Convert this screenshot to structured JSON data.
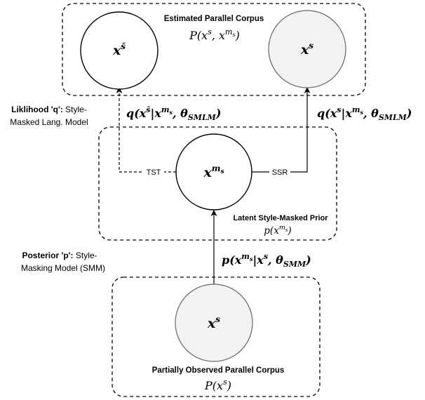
{
  "boxes": {
    "top": {
      "title": "Estimated Parallel Corpus",
      "formula": {
        "base": "P(x",
        "sup1": "s",
        "mid": ", x",
        "sup2": "m",
        "sub2": "s",
        "end": ")"
      }
    },
    "middle": {
      "title": "Latent Style-Masked Prior",
      "formula": {
        "base": "p(x",
        "sup": "m",
        "sub": "s",
        "end": ")"
      }
    },
    "bottom": {
      "title": "Partially Observed Parallel Corpus",
      "formula": {
        "base": "P(x",
        "sup": "s",
        "end": ")"
      }
    }
  },
  "nodes": {
    "x_sbar": {
      "base": "x",
      "sup": "s̄"
    },
    "x_s_top": {
      "base": "x",
      "sup": "s"
    },
    "x_ms": {
      "base": "x",
      "sup": "m",
      "sub": "s"
    },
    "x_s_bottom": {
      "base": "x",
      "sup": "s"
    }
  },
  "edges": {
    "tst": {
      "label": "TST"
    },
    "ssr": {
      "label": "SSR"
    }
  },
  "equations": {
    "q_left": {
      "a": "q(x",
      "a_sup": "s̄",
      "b": "|x",
      "b_sup": "m",
      "b_sub": "s",
      "c": ", θ",
      "c_sub": "SMLM",
      "d": ")"
    },
    "q_right": {
      "a": "q(x",
      "a_sup": "s",
      "b": "|x",
      "b_sup": "m",
      "b_sub": "s",
      "c": ", θ",
      "c_sub": "SMLM",
      "d": ")"
    },
    "p_mid": {
      "a": "p(x",
      "a_sup": "m",
      "a_sub": "s",
      "b": "|x",
      "b_sup": "s",
      "c": ", θ",
      "c_sub": "SMM",
      "d": ")"
    }
  },
  "side_labels": {
    "likelihood": {
      "bold": "Liklihood 'q':",
      "line1_rest": " Style-",
      "line2": "Masked Lang. Model"
    },
    "posterior": {
      "bold": "Posterior 'p':",
      "line1_rest": " Style-",
      "line2": "Masking Model (SMM)"
    }
  },
  "colors": {
    "stroke": "#000000",
    "filled_node": "#f2f2f2",
    "empty_node": "#ffffff"
  }
}
